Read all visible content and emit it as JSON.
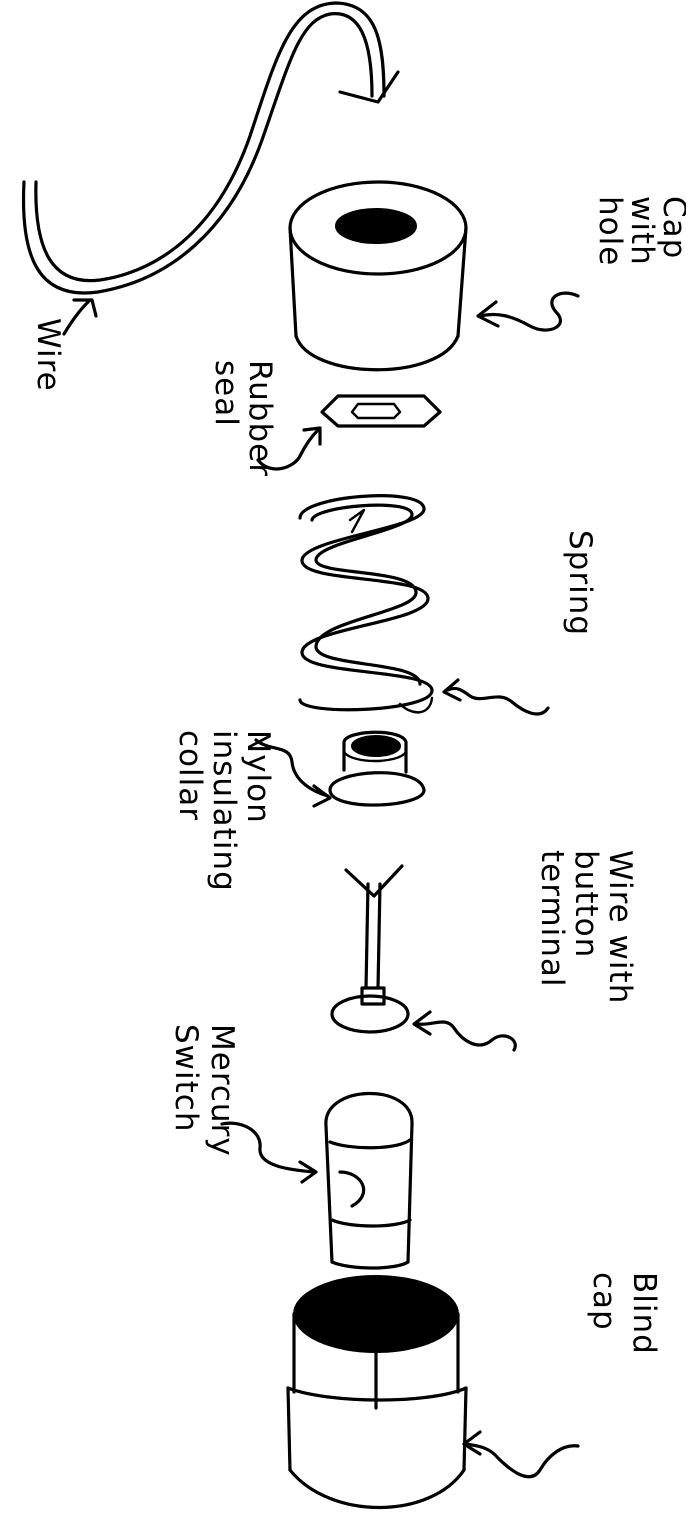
{
  "labels": {
    "cap_with_hole": [
      "Cap",
      "with",
      "hole"
    ],
    "wire": [
      "Wire"
    ],
    "rubber_seal": [
      "Rubber",
      "seal"
    ],
    "spring": [
      "Spring"
    ],
    "nylon_collar": [
      "Nylon",
      "insulating",
      "collar"
    ],
    "wire_button_terminal": [
      "Wire with",
      "button",
      "terminal"
    ],
    "mercury_switch": [
      "Mercury",
      "Switch"
    ],
    "blind_cap": [
      "Blind",
      "cap"
    ]
  }
}
